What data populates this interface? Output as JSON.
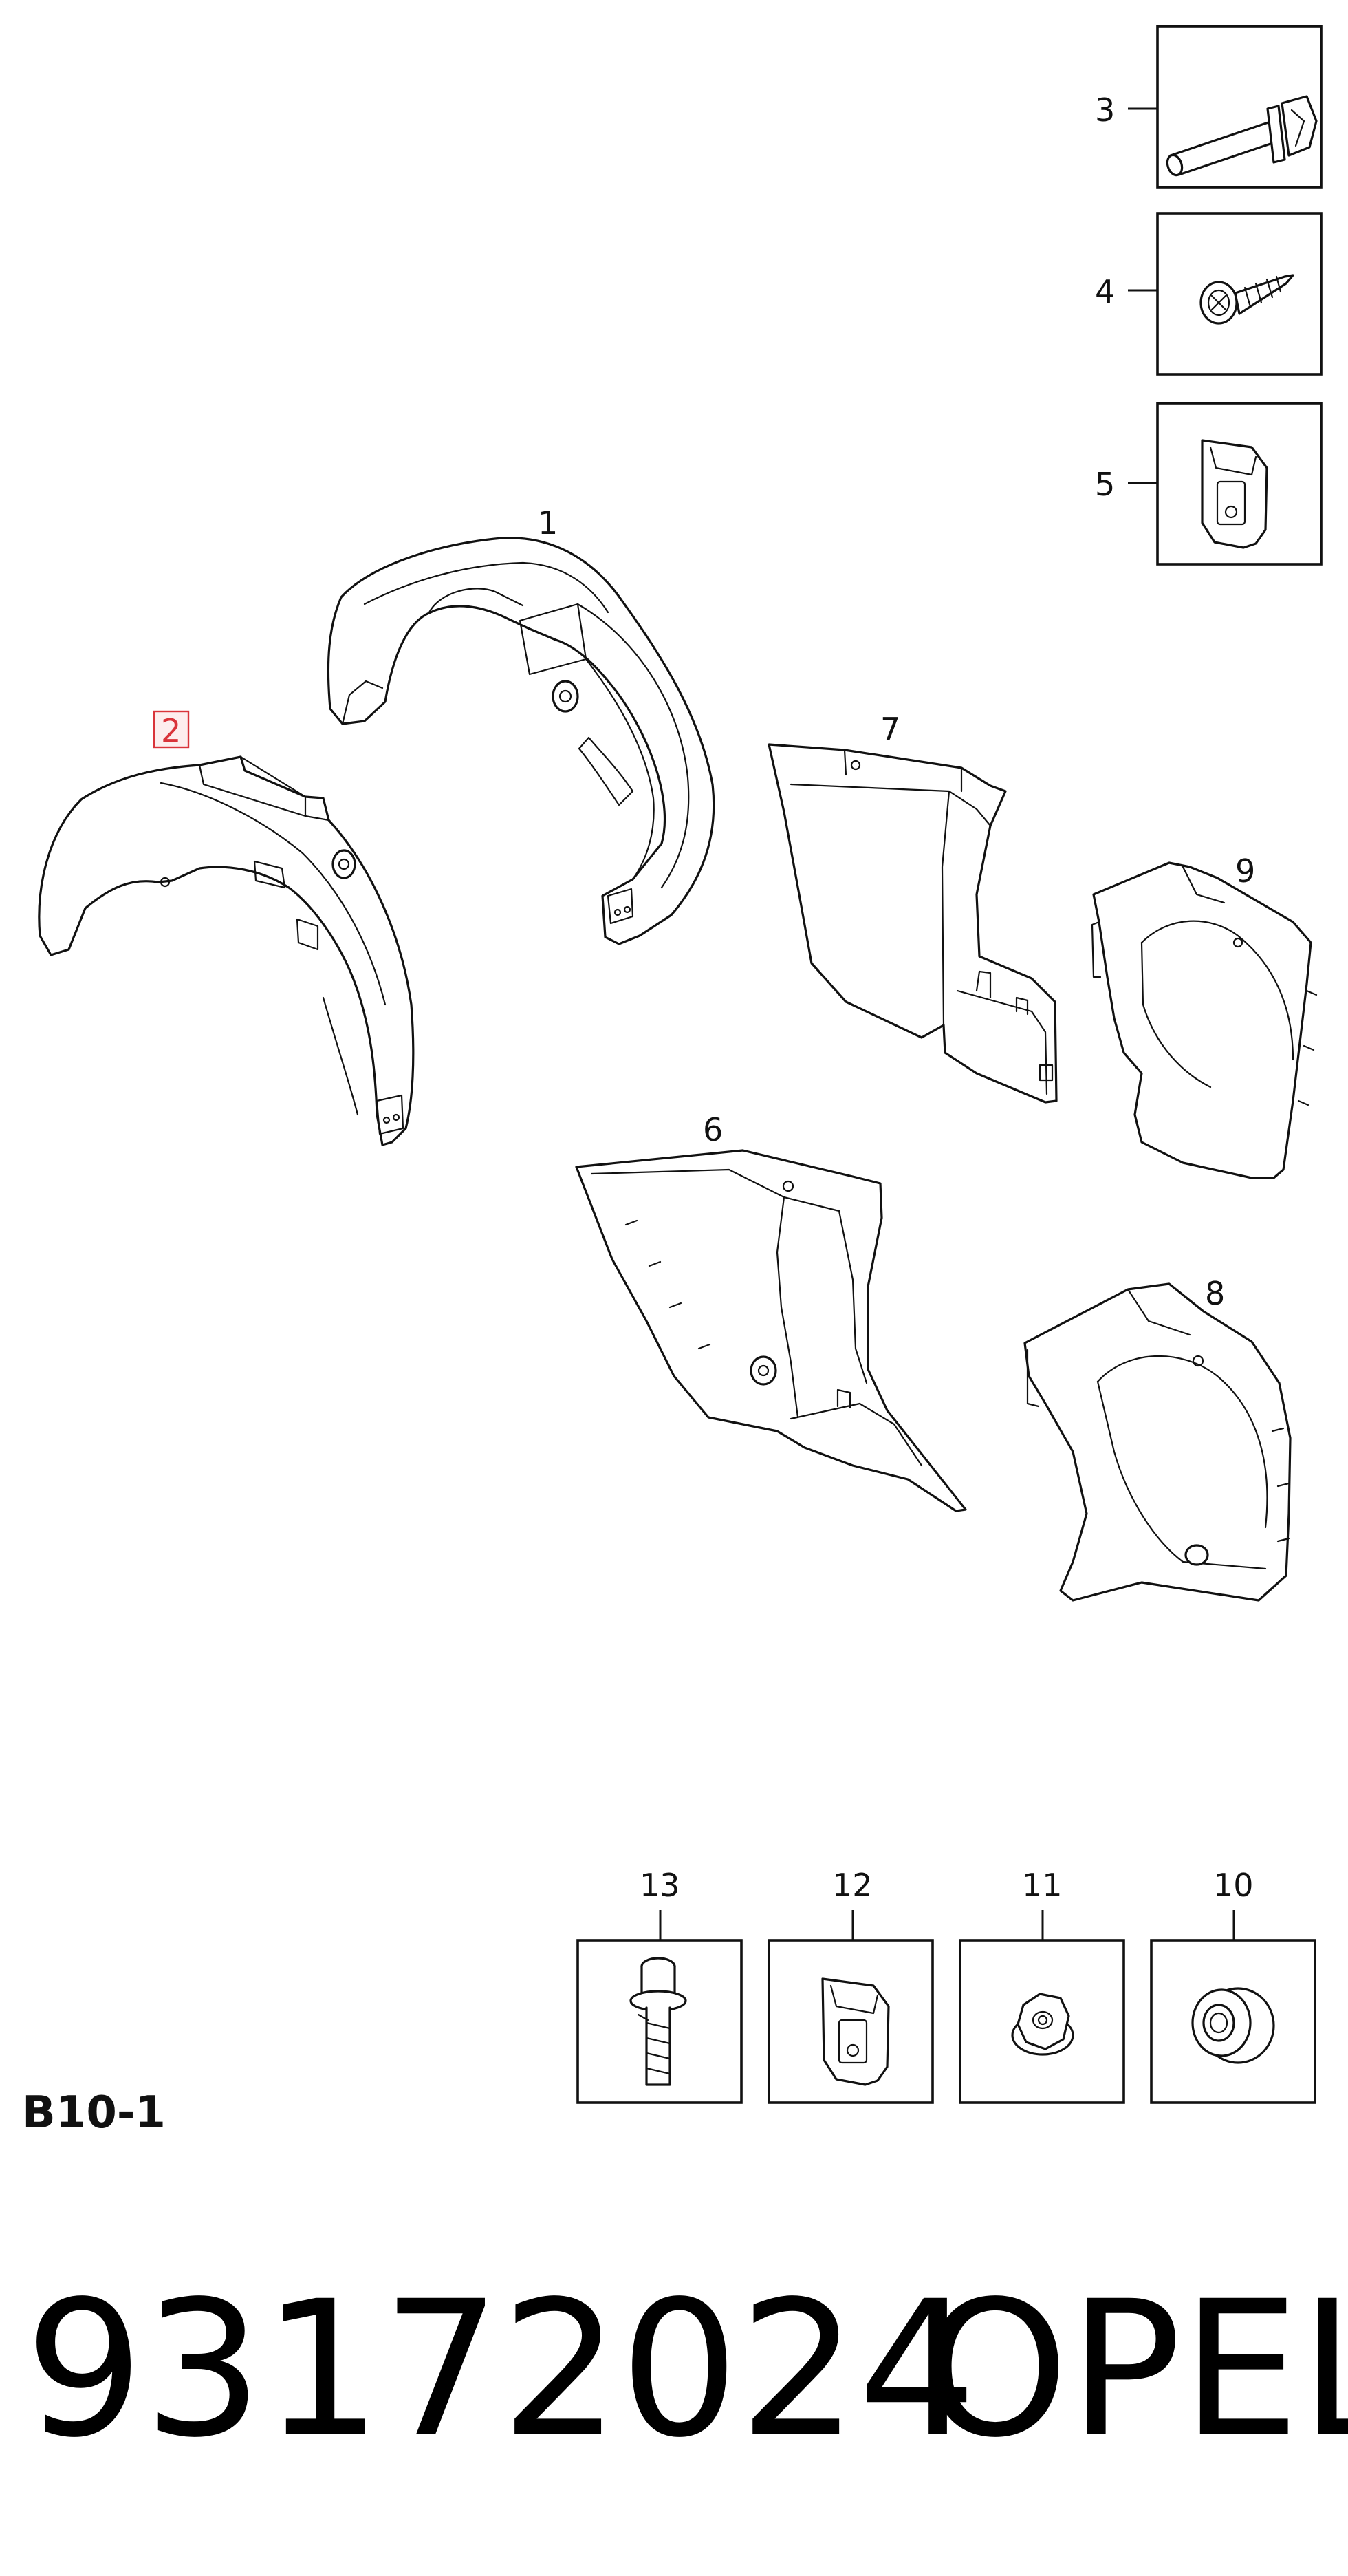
{
  "diagram": {
    "section_code": "B10-1",
    "part_number": "93172024",
    "brand": "OPEL",
    "highlight_color": "#d9343a",
    "callouts": {
      "c1": "1",
      "c2": "2",
      "c3": "3",
      "c4": "4",
      "c5": "5",
      "c6": "6",
      "c7": "7",
      "c8": "8",
      "c9": "9",
      "c10": "10",
      "c11": "11",
      "c12": "12",
      "c13": "13"
    },
    "highlighted_callout": "2"
  }
}
